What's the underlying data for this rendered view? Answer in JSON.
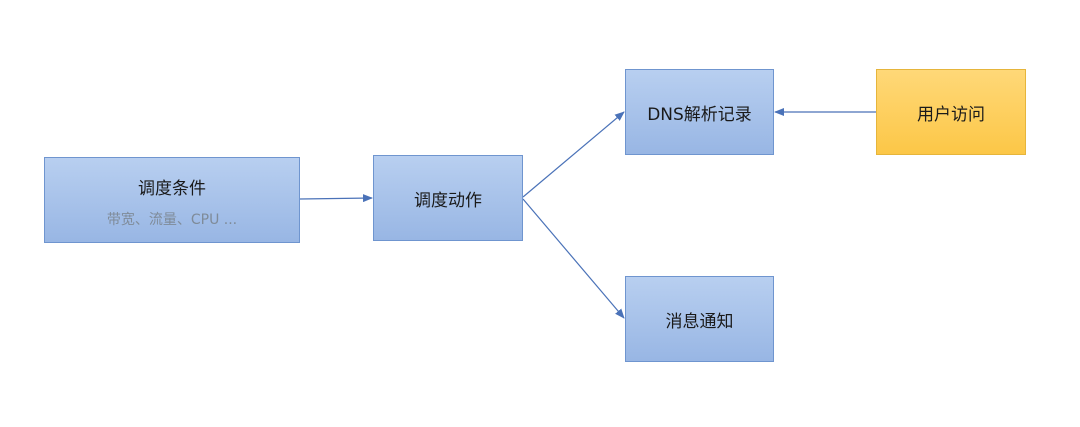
{
  "nodes": {
    "conditions": {
      "title": "调度条件",
      "subtitle": "带宽、流量、CPU ..."
    },
    "action": {
      "title": "调度动作"
    },
    "dns_record": {
      "title": "DNS解析记录"
    },
    "notification": {
      "title": "消息通知"
    },
    "user_access": {
      "title": "用户访问"
    }
  },
  "edges": [
    {
      "from": "conditions",
      "to": "action"
    },
    {
      "from": "action",
      "to": "dns_record"
    },
    {
      "from": "action",
      "to": "notification"
    },
    {
      "from": "user_access",
      "to": "dns_record"
    }
  ],
  "colors": {
    "node_fill": "#a8c3ea",
    "node_border": "#6f95cf",
    "user_node_fill": "#fdcf5f",
    "user_node_border": "#e6b53b",
    "edge": "#4a72b8",
    "subtitle": "#7f8b99"
  }
}
